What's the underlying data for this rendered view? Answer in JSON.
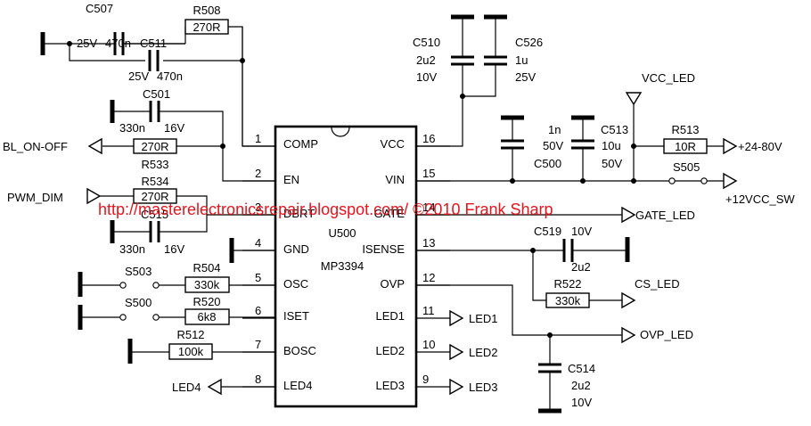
{
  "ic": {
    "ref": "U500",
    "part": "MP3394"
  },
  "pins": {
    "p1": {
      "num": "1",
      "name": "COMP"
    },
    "p2": {
      "num": "2",
      "name": "EN"
    },
    "p3": {
      "num": "3",
      "name": "DBRT"
    },
    "p4": {
      "num": "4",
      "name": "GND"
    },
    "p5": {
      "num": "5",
      "name": "OSC"
    },
    "p6": {
      "num": "6",
      "name": "ISET"
    },
    "p7": {
      "num": "7",
      "name": "BOSC"
    },
    "p8": {
      "num": "8",
      "name": "LED4"
    },
    "p9": {
      "num": "9",
      "name": "LED3"
    },
    "p10": {
      "num": "10",
      "name": "LED2"
    },
    "p11": {
      "num": "11",
      "name": "LED1"
    },
    "p12": {
      "num": "12",
      "name": "OVP"
    },
    "p13": {
      "num": "13",
      "name": "ISENSE"
    },
    "p14": {
      "num": "14",
      "name": "GATE"
    },
    "p15": {
      "num": "15",
      "name": "VIN"
    },
    "p16": {
      "num": "16",
      "name": "VCC"
    }
  },
  "parts": {
    "c507": {
      "ref": "C507",
      "v": "25V",
      "val": "470n"
    },
    "c511": {
      "ref": "C511",
      "v": "25V",
      "val": "470n"
    },
    "r508": {
      "ref": "R508",
      "val": "270R"
    },
    "c501": {
      "ref": "C501",
      "v": "16V",
      "val": "330n"
    },
    "r533": {
      "ref": "R533",
      "val": "270R"
    },
    "r534": {
      "ref": "R534",
      "val": "270R"
    },
    "c515": {
      "ref": "C515",
      "v": "16V",
      "val": "330n"
    },
    "s503": {
      "ref": "S503"
    },
    "r504": {
      "ref": "R504",
      "val": "330k"
    },
    "s500": {
      "ref": "S500"
    },
    "r520": {
      "ref": "R520",
      "val": "6k8"
    },
    "r512": {
      "ref": "R512",
      "val": "100k"
    },
    "c510": {
      "ref": "C510",
      "val": "2u2",
      "v": "10V"
    },
    "c526": {
      "ref": "C526",
      "val": "1u",
      "v": "25V"
    },
    "c500": {
      "ref": "C500",
      "val": "1n",
      "v": "50V"
    },
    "c513": {
      "ref": "C513",
      "val": "10u",
      "v": "50V"
    },
    "r513": {
      "ref": "R513",
      "val": "10R"
    },
    "s505": {
      "ref": "S505"
    },
    "c519": {
      "ref": "C519",
      "val": "2u2",
      "v": "10V"
    },
    "r522": {
      "ref": "R522",
      "val": "330k"
    },
    "c514": {
      "ref": "C514",
      "val": "2u2",
      "v": "10V"
    }
  },
  "nets": {
    "bl_on_off": "BL_ON-OFF",
    "pwm_dim": "PWM_DIM",
    "led4": "LED4",
    "vcc_led": "VCC_LED",
    "v24_80": "+24-80V",
    "v12_sw": "+12VCC_SW",
    "gate_led": "GATE_LED",
    "cs_led": "CS_LED",
    "ovp_led": "OVP_LED",
    "led1": "LED1",
    "led2": "LED2",
    "led3": "LED3"
  },
  "watermark": "http://masterelectronicsrepair.blogspot.com/ ©2010 Frank Sharp"
}
